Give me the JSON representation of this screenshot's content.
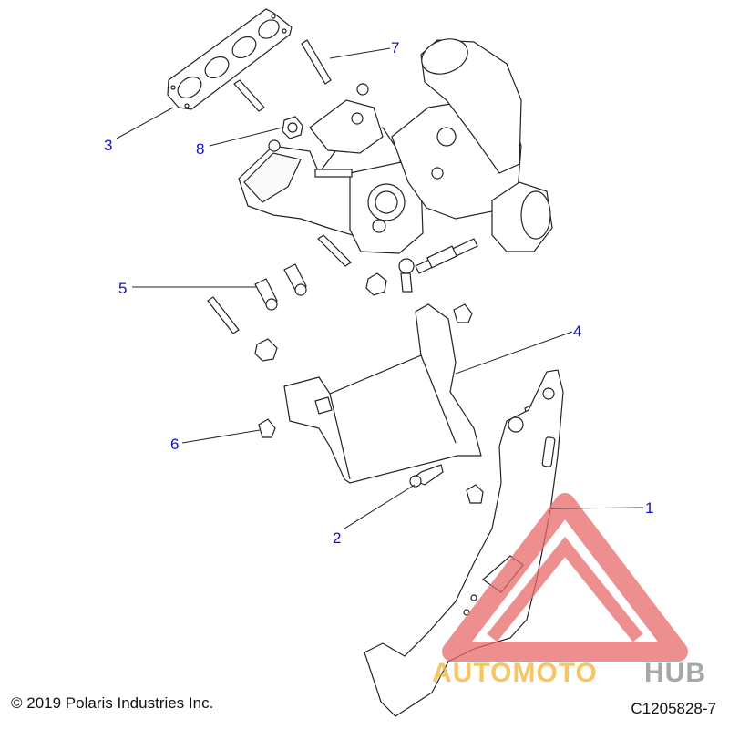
{
  "diagram": {
    "callouts": [
      {
        "id": "1",
        "label": "1"
      },
      {
        "id": "2",
        "label": "2"
      },
      {
        "id": "3",
        "label": "3"
      },
      {
        "id": "4",
        "label": "4"
      },
      {
        "id": "5",
        "label": "5"
      },
      {
        "id": "6",
        "label": "6"
      },
      {
        "id": "7",
        "label": "7"
      },
      {
        "id": "8",
        "label": "8"
      }
    ],
    "callout_color": "#1010c8",
    "line_color": "#222222"
  },
  "watermark": {
    "text_left": "AUTOMOTO",
    "text_right": "HUB",
    "color_primary": "#e86a6a",
    "color_secondary": "#f2b233",
    "color_gray": "#8a8a8a"
  },
  "footer": {
    "copyright": "© 2019 Polaris Industries Inc.",
    "part_code": "C1205828-7"
  }
}
